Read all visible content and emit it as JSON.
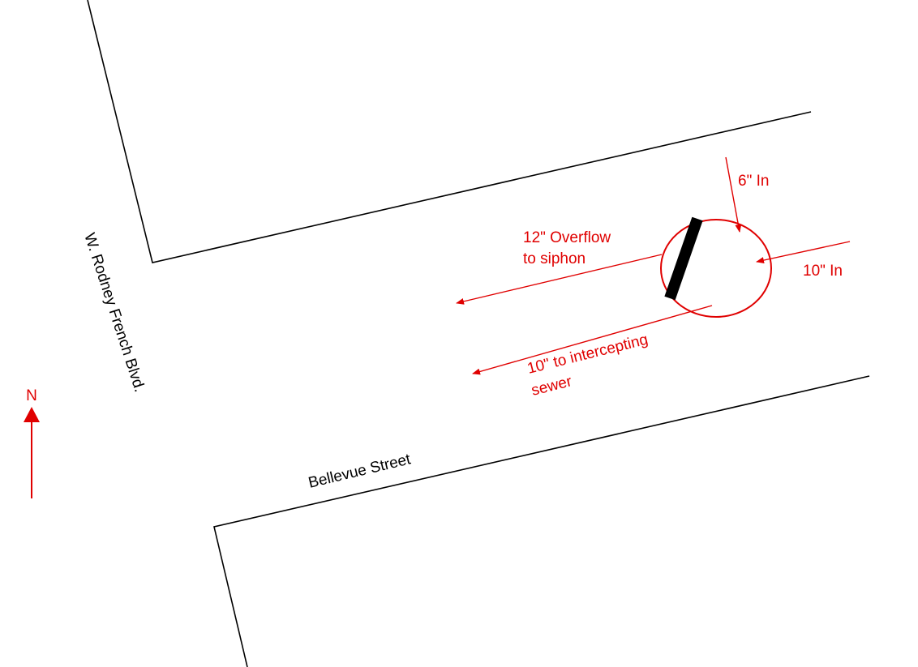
{
  "streets": {
    "west": "W. Rodney French Blvd.",
    "south": "Bellevue Street"
  },
  "north_arrow": {
    "label": "N"
  },
  "flows": {
    "inflow_6": "6\" In",
    "inflow_10": "10\" In",
    "overflow_line1": "12\" Overflow",
    "overflow_line2": "to siphon",
    "intercept_line1": "10\" to intercepting",
    "intercept_line2": "sewer"
  },
  "colors": {
    "street_lines": "#000000",
    "flow_annotations": "#e00000",
    "weir": "#000000"
  }
}
